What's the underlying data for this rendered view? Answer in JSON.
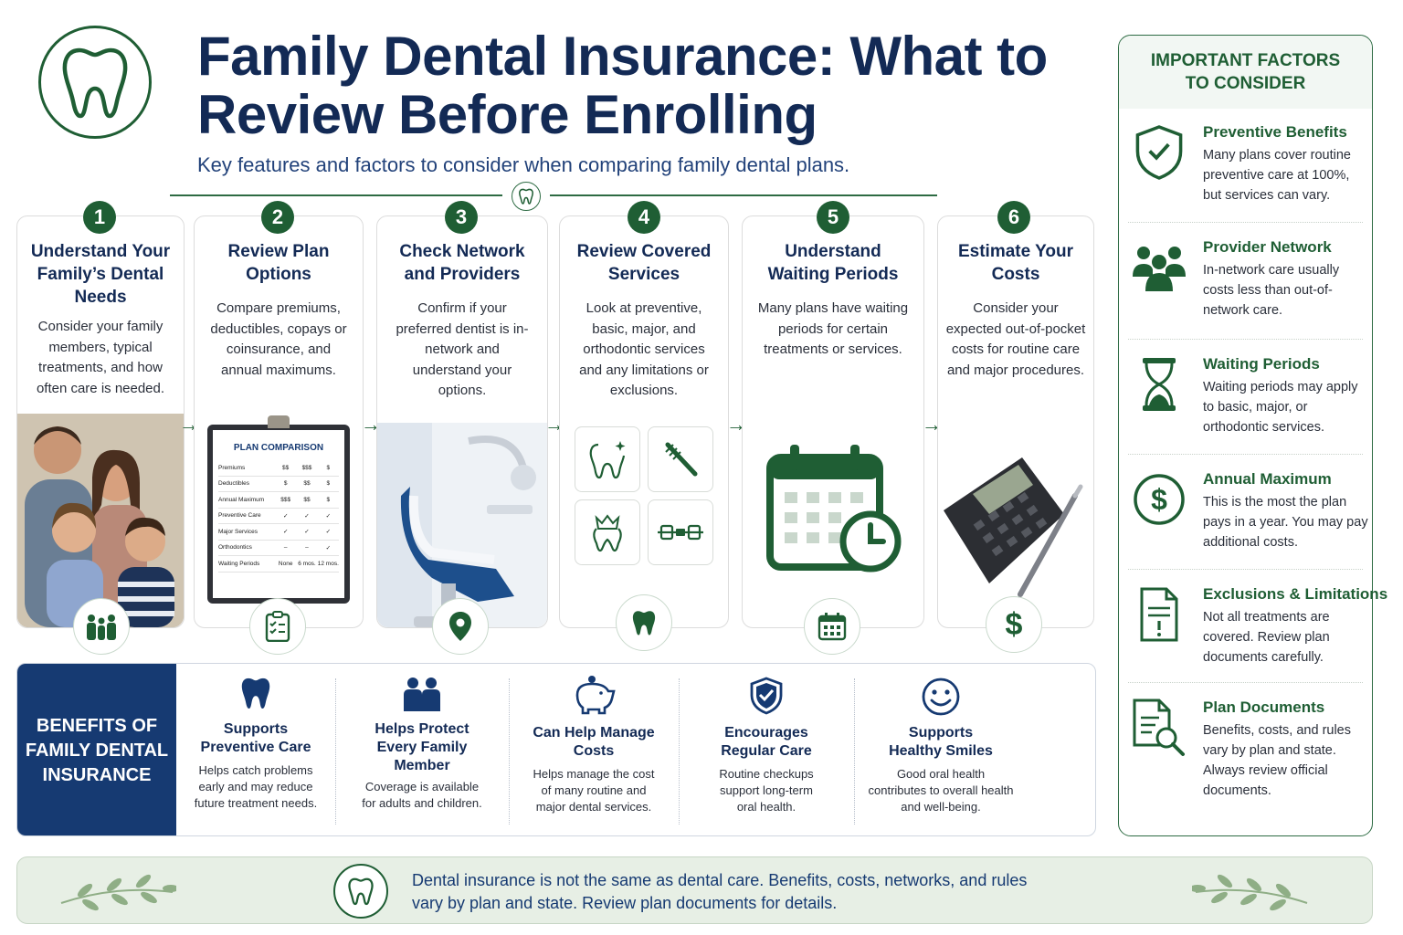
{
  "header": {
    "title": "Family Dental Insurance: What to Review Before Enrolling",
    "subtitle": "Key features and factors to consider when comparing family dental plans."
  },
  "colors": {
    "green": "#1f5e34",
    "navy": "#132a55",
    "panel_navy": "#163a72",
    "footer_bg": "#e7efe5"
  },
  "steps": [
    {
      "number": "1",
      "title": "Understand Your Family’s Dental Needs",
      "description": "Consider your family members, typical treatments, and how often care is needed.",
      "image": "family-photo",
      "badge_icon": "family-icon"
    },
    {
      "number": "2",
      "title": "Review Plan Options",
      "description": "Compare premiums, deductibles, copays or coinsurance, and annual maximums.",
      "image": "clipboard",
      "badge_icon": "checklist-icon"
    },
    {
      "number": "3",
      "title": "Check Network and Providers",
      "description": "Confirm if your preferred dentist is in-network and understand your options.",
      "image": "dental-chair",
      "badge_icon": "location-pin-icon"
    },
    {
      "number": "4",
      "title": "Review Covered Services",
      "description": "Look at preventive, basic, major, and orthodontic services and any limitations or exclusions.",
      "image": "service-tiles",
      "badge_icon": "tooth-icon"
    },
    {
      "number": "5",
      "title": "Understand Waiting Periods",
      "description": "Many plans have waiting periods for certain treatments or services.",
      "image": "calendar-clock",
      "badge_icon": "calendar-icon"
    },
    {
      "number": "6",
      "title": "Estimate Your Costs",
      "description": "Consider your expected out-of-pocket costs for routine care and major procedures.",
      "image": "calculator",
      "badge_icon": "dollar-icon"
    }
  ],
  "plan_comparison": {
    "title": "PLAN COMPARISON",
    "rows": [
      {
        "label": "Premiums",
        "values": [
          "$$",
          "$$$",
          "$"
        ]
      },
      {
        "label": "Deductibles",
        "values": [
          "$",
          "$$",
          "$"
        ]
      },
      {
        "label": "Annual Maximum",
        "values": [
          "$$$",
          "$$",
          "$"
        ]
      },
      {
        "label": "Preventive Care",
        "values": [
          "✓",
          "✓",
          "✓"
        ]
      },
      {
        "label": "Major Services",
        "values": [
          "✓",
          "✓",
          "✓"
        ]
      },
      {
        "label": "Orthodontics",
        "values": [
          "–",
          "–",
          "✓"
        ]
      },
      {
        "label": "Waiting Periods",
        "values": [
          "None",
          "6 mos.",
          "12 mos."
        ]
      }
    ]
  },
  "benefits": {
    "label": "BENEFITS OF FAMILY DENTAL INSURANCE",
    "items": [
      {
        "icon": "tooth-icon",
        "title": "Supports Preventive Care",
        "description": "Helps catch problems early and may reduce future treatment needs."
      },
      {
        "icon": "people-icon",
        "title": "Helps Protect Every Family Member",
        "description": "Coverage is available for adults and children."
      },
      {
        "icon": "piggy-bank-icon",
        "title": "Can Help Manage Costs",
        "description": "Helps manage the cost of many routine and major dental services."
      },
      {
        "icon": "shield-check-icon",
        "title": "Encourages Regular Care",
        "description": "Routine checkups support long-term oral health."
      },
      {
        "icon": "smile-icon",
        "title": "Supports Healthy Smiles",
        "description": "Good oral health contributes to overall health and well-being."
      }
    ]
  },
  "factors": {
    "heading": "IMPORTANT FACTORS TO CONSIDER",
    "items": [
      {
        "icon": "shield-check-icon",
        "title": "Preventive Benefits",
        "description": "Many plans cover routine preventive care at 100%, but services can vary."
      },
      {
        "icon": "people-icon",
        "title": "Provider Network",
        "description": "In-network care usually costs less than out-of-network care."
      },
      {
        "icon": "hourglass-icon",
        "title": "Waiting Periods",
        "description": "Waiting periods may apply to basic, major, or orthodontic services."
      },
      {
        "icon": "dollar-circle-icon",
        "title": "Annual Maximum",
        "description": "This is the most the plan pays in a year. You may pay additional costs."
      },
      {
        "icon": "document-alert-icon",
        "title": "Exclusions & Limitations",
        "description": "Not all treatments are covered. Review plan documents carefully."
      },
      {
        "icon": "document-search-icon",
        "title": "Plan Documents",
        "description": "Benefits, costs, and rules vary by plan and state. Always review official documents."
      }
    ]
  },
  "footer": {
    "text": "Dental insurance is not the same as dental care. Benefits, costs, networks, and rules vary by plan and state. Review plan documents for details."
  }
}
